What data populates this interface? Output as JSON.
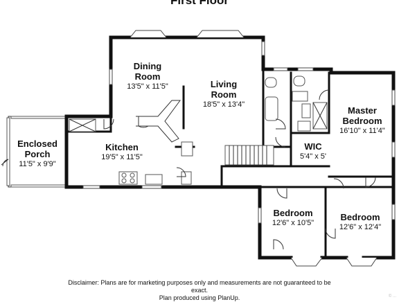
{
  "title": "First Floor",
  "rooms": [
    {
      "id": "dining",
      "name": "Dining Room",
      "name_lines": [
        "Dining",
        "Room"
      ],
      "dims": "13'5\" x 11'5\""
    },
    {
      "id": "living",
      "name": "Living Room",
      "name_lines": [
        "Living",
        "Room"
      ],
      "dims": "18'5\" x 13'4\""
    },
    {
      "id": "kitchen",
      "name": "Kitchen",
      "name_lines": [
        "Kitchen"
      ],
      "dims": "19'5\" x 11'5\""
    },
    {
      "id": "porch",
      "name": "Enclosed Porch",
      "name_lines": [
        "Enclosed",
        "Porch"
      ],
      "dims": "11'5\" x 9'9\""
    },
    {
      "id": "master",
      "name": "Master Bedroom",
      "name_lines": [
        "Master",
        "Bedroom"
      ],
      "dims": "16'10\" x 11'4\""
    },
    {
      "id": "wic",
      "name": "WIC",
      "name_lines": [
        "WIC"
      ],
      "dims": "5'4\" x 5'"
    },
    {
      "id": "bedroom2",
      "name": "Bedroom",
      "name_lines": [
        "Bedroom"
      ],
      "dims": "12'6\" x 10'5\""
    },
    {
      "id": "bedroom3",
      "name": "Bedroom",
      "name_lines": [
        "Bedroom"
      ],
      "dims": "12'6\" x 12'4\""
    }
  ],
  "disclaimer": {
    "line1": "Disclaimer: Plans are for marketing purposes only and measurements are not guaranteed to be",
    "line2": "exact.",
    "line3": "Plan produced using PlanUp."
  },
  "copyright": "© ..."
}
